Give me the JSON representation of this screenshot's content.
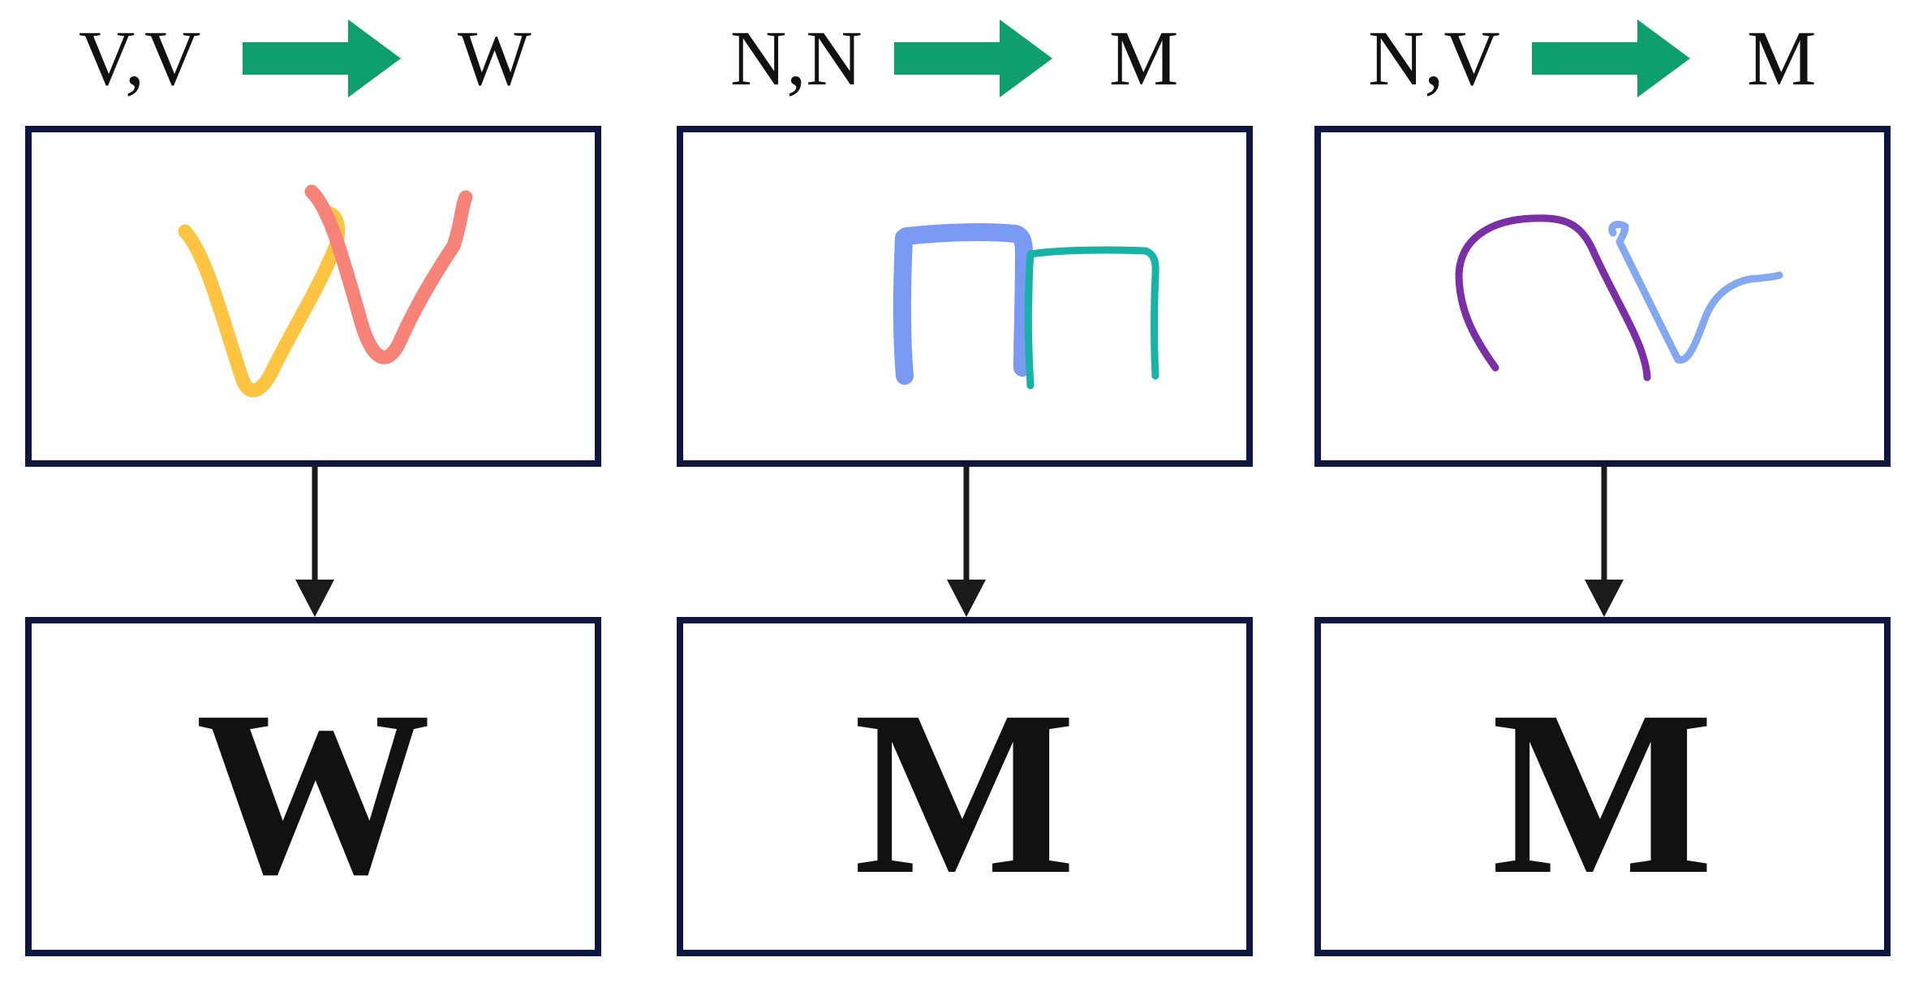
{
  "colors": {
    "arrow_green": "#0f9e6d",
    "box_border": "#0d1640",
    "down_arrow": "#1a1a1a",
    "stroke_yellow": "#fcc441",
    "stroke_red": "#f78278",
    "stroke_blue": "#7a99f2",
    "stroke_teal": "#16b3a6",
    "stroke_purple": "#7b2fa6",
    "stroke_light_blue": "#83a7f0"
  },
  "icons": {
    "mapping_arrow": "right-arrow-icon",
    "flow_arrow": "down-arrow-icon"
  },
  "panels": [
    {
      "input": "V,V",
      "output": "W",
      "result": "W"
    },
    {
      "input": "N,N",
      "output": "M",
      "result": "M"
    },
    {
      "input": "N,V",
      "output": "M",
      "result": "M"
    }
  ]
}
